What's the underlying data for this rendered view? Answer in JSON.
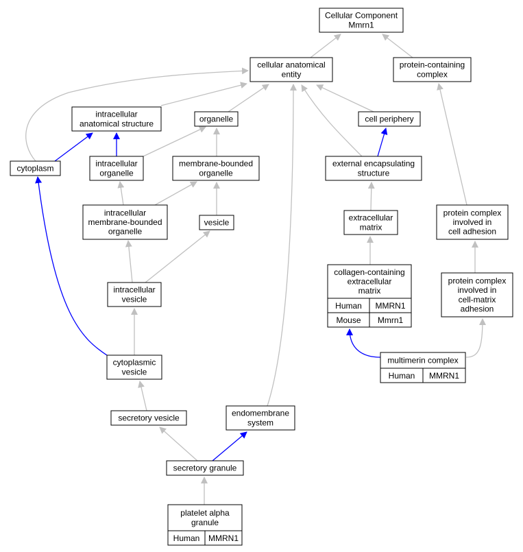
{
  "colors": {
    "edge_gray": "#c0c0c0",
    "edge_blue": "#0000ff",
    "human_fill": "#ff6347",
    "mouse_fill": "#add8e6"
  },
  "nodes": [
    {
      "id": "cellular-component",
      "lines": [
        "Cellular Component",
        "Mmrn1"
      ]
    },
    {
      "id": "cellular-anatomical-entity",
      "lines": [
        "cellular anatomical",
        "entity"
      ]
    },
    {
      "id": "protein-containing-complex",
      "lines": [
        "protein-containing",
        "complex"
      ]
    },
    {
      "id": "intracellular-anatomical-structure",
      "lines": [
        "intracellular",
        "anatomical structure"
      ]
    },
    {
      "id": "organelle",
      "lines": [
        "organelle"
      ]
    },
    {
      "id": "cell-periphery",
      "lines": [
        "cell periphery"
      ]
    },
    {
      "id": "cytoplasm",
      "lines": [
        "cytoplasm"
      ]
    },
    {
      "id": "intracellular-organelle",
      "lines": [
        "intracellular",
        "organelle"
      ]
    },
    {
      "id": "membrane-bounded-organelle",
      "lines": [
        "membrane-bounded",
        "organelle"
      ]
    },
    {
      "id": "external-encapsulating-structure",
      "lines": [
        "external encapsulating",
        "structure"
      ]
    },
    {
      "id": "intracellular-membrane-bounded-organelle",
      "lines": [
        "intracellular",
        "membrane-bounded",
        "organelle"
      ]
    },
    {
      "id": "vesicle",
      "lines": [
        "vesicle"
      ]
    },
    {
      "id": "extracellular-matrix",
      "lines": [
        "extracellular",
        "matrix"
      ]
    },
    {
      "id": "protein-complex-cell-adhesion",
      "lines": [
        "protein complex",
        "involved in",
        "cell adhesion"
      ]
    },
    {
      "id": "intracellular-vesicle",
      "lines": [
        "intracellular",
        "vesicle"
      ]
    },
    {
      "id": "collagen-containing-ecm",
      "lines": [
        "collagen-containing",
        "extracellular",
        "matrix"
      ],
      "annotations": [
        {
          "species": "Human",
          "gene": "MMRN1"
        },
        {
          "species": "Mouse",
          "gene": "Mmrn1"
        }
      ]
    },
    {
      "id": "protein-complex-cell-matrix-adhesion",
      "lines": [
        "protein complex",
        "involved in",
        "cell-matrix",
        "adhesion"
      ]
    },
    {
      "id": "cytoplasmic-vesicle",
      "lines": [
        "cytoplasmic",
        "vesicle"
      ]
    },
    {
      "id": "multimerin-complex",
      "lines": [
        "multimerin complex"
      ],
      "annotations": [
        {
          "species": "Human",
          "gene": "MMRN1"
        }
      ]
    },
    {
      "id": "secretory-vesicle",
      "lines": [
        "secretory vesicle"
      ]
    },
    {
      "id": "endomembrane-system",
      "lines": [
        "endomembrane",
        "system"
      ]
    },
    {
      "id": "secretory-granule",
      "lines": [
        "secretory granule"
      ]
    },
    {
      "id": "platelet-alpha-granule",
      "lines": [
        "platelet alpha",
        "granule"
      ],
      "annotations": [
        {
          "species": "Human",
          "gene": "MMRN1"
        }
      ]
    }
  ],
  "edges": [
    {
      "from": "cellular-anatomical-entity",
      "to": "cellular-component",
      "color": "gray"
    },
    {
      "from": "protein-containing-complex",
      "to": "cellular-component",
      "color": "gray"
    },
    {
      "from": "intracellular-anatomical-structure",
      "to": "cellular-anatomical-entity",
      "color": "gray"
    },
    {
      "from": "organelle",
      "to": "cellular-anatomical-entity",
      "color": "gray"
    },
    {
      "from": "cell-periphery",
      "to": "cellular-anatomical-entity",
      "color": "gray"
    },
    {
      "from": "cytoplasm",
      "to": "cellular-anatomical-entity",
      "color": "gray"
    },
    {
      "from": "external-encapsulating-structure",
      "to": "cellular-anatomical-entity",
      "color": "gray"
    },
    {
      "from": "endomembrane-system",
      "to": "cellular-anatomical-entity",
      "color": "gray"
    },
    {
      "from": "cytoplasm",
      "to": "intracellular-anatomical-structure",
      "color": "blue"
    },
    {
      "from": "intracellular-organelle",
      "to": "intracellular-anatomical-structure",
      "color": "blue"
    },
    {
      "from": "intracellular-organelle",
      "to": "organelle",
      "color": "gray"
    },
    {
      "from": "membrane-bounded-organelle",
      "to": "organelle",
      "color": "gray"
    },
    {
      "from": "external-encapsulating-structure",
      "to": "cell-periphery",
      "color": "blue"
    },
    {
      "from": "intracellular-membrane-bounded-organelle",
      "to": "intracellular-organelle",
      "color": "gray"
    },
    {
      "from": "intracellular-membrane-bounded-organelle",
      "to": "membrane-bounded-organelle",
      "color": "gray"
    },
    {
      "from": "vesicle",
      "to": "membrane-bounded-organelle",
      "color": "gray"
    },
    {
      "from": "extracellular-matrix",
      "to": "external-encapsulating-structure",
      "color": "gray"
    },
    {
      "from": "protein-complex-cell-adhesion",
      "to": "protein-containing-complex",
      "color": "gray"
    },
    {
      "from": "intracellular-vesicle",
      "to": "intracellular-membrane-bounded-organelle",
      "color": "gray"
    },
    {
      "from": "intracellular-vesicle",
      "to": "vesicle",
      "color": "gray"
    },
    {
      "from": "collagen-containing-ecm",
      "to": "extracellular-matrix",
      "color": "gray"
    },
    {
      "from": "protein-complex-cell-matrix-adhesion",
      "to": "protein-complex-cell-adhesion",
      "color": "gray"
    },
    {
      "from": "cytoplasmic-vesicle",
      "to": "intracellular-vesicle",
      "color": "gray"
    },
    {
      "from": "cytoplasmic-vesicle",
      "to": "cytoplasm",
      "color": "blue"
    },
    {
      "from": "multimerin-complex",
      "to": "collagen-containing-ecm",
      "color": "blue"
    },
    {
      "from": "multimerin-complex",
      "to": "protein-complex-cell-matrix-adhesion",
      "color": "gray"
    },
    {
      "from": "secretory-vesicle",
      "to": "cytoplasmic-vesicle",
      "color": "gray"
    },
    {
      "from": "secretory-granule",
      "to": "secretory-vesicle",
      "color": "gray"
    },
    {
      "from": "secretory-granule",
      "to": "endomembrane-system",
      "color": "blue"
    },
    {
      "from": "platelet-alpha-granule",
      "to": "secretory-granule",
      "color": "gray"
    }
  ]
}
